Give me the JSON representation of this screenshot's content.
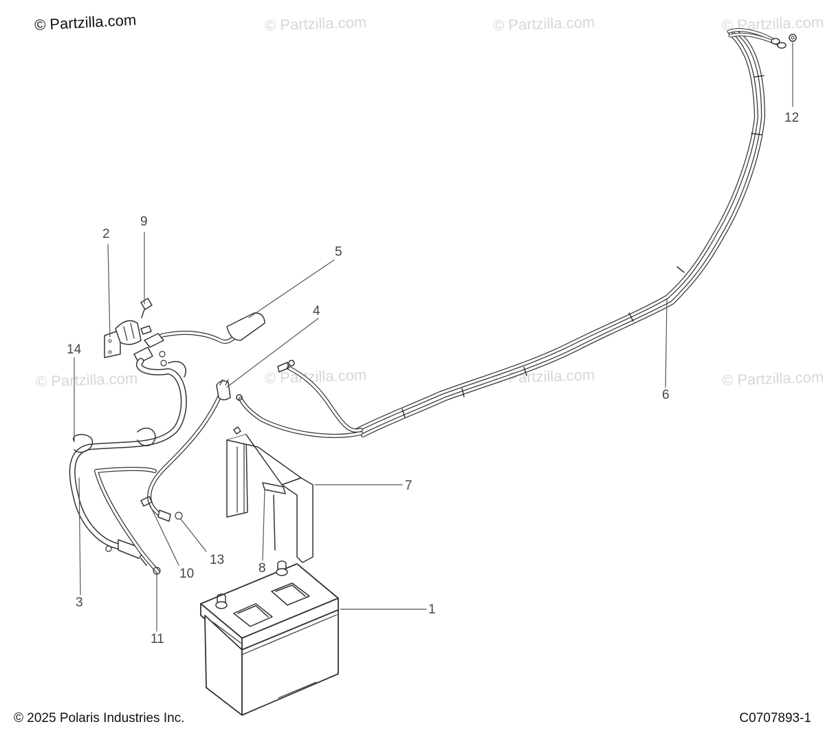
{
  "watermark": {
    "main": "© Partzilla.com",
    "repeat": "© Partzilla.com"
  },
  "callouts": {
    "c1": "1",
    "c2": "2",
    "c3": "3",
    "c4": "4",
    "c5": "5",
    "c6": "6",
    "c7": "7",
    "c8": "8",
    "c9": "9",
    "c10": "10",
    "c11": "11",
    "c12": "12",
    "c13": "13",
    "c14": "14"
  },
  "footer": {
    "copyright": "© 2025 Polaris Industries Inc.",
    "diagram_code": "C0707893-1"
  },
  "colors": {
    "line": "#333333",
    "callout_text": "#444444",
    "watermark": "#d7d7d7"
  }
}
